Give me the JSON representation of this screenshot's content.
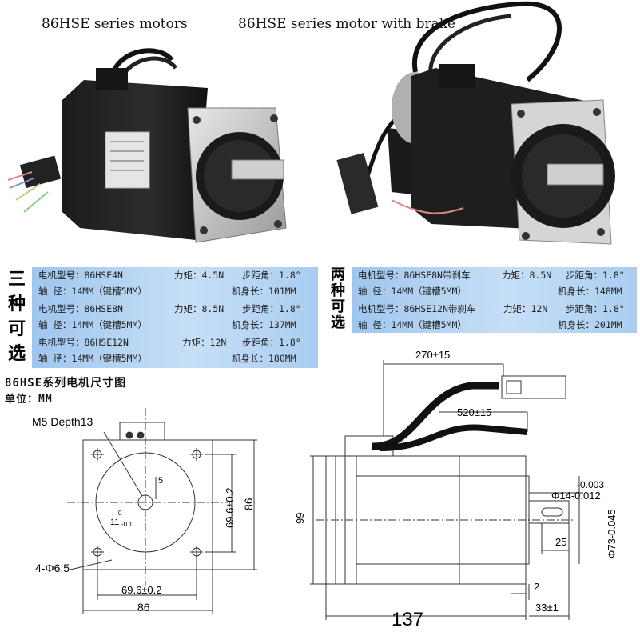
{
  "captions": {
    "left": "86HSE series motors",
    "right": "86HSE series motor with brake"
  },
  "left_group": {
    "label_chars": [
      "三",
      "种",
      "可",
      "选"
    ],
    "rows": [
      {
        "a": "电机型号：86HSE4N",
        "b": "力矩：4.5N",
        "c": "步距角：1.8°"
      },
      {
        "a": "轴    径：14MM（键槽5MM）",
        "b": "",
        "c": "机身长：101MM"
      },
      {
        "a": "电机型号：86HSE8N",
        "b": "力矩：8.5N",
        "c": "步距角：1.8°"
      },
      {
        "a": "轴    径：14MM（键槽5MM）",
        "b": "",
        "c": "机身长：137MM"
      },
      {
        "a": "电机型号：86HSE12N",
        "b": "力矩：12N",
        "c": "步距角：1.8°"
      },
      {
        "a": "轴    径：14MM（键槽5MM）",
        "b": "",
        "c": "机身长：180MM"
      }
    ]
  },
  "right_group": {
    "label_chars": [
      "两",
      "种",
      "可",
      "选"
    ],
    "rows": [
      {
        "a": "电机型号：86HSE8N带刹车",
        "b": "力矩：8.5N",
        "c": "步距角：1.8°"
      },
      {
        "a": "轴    径：14MM（键槽5MM）",
        "b": "",
        "c": "机身长：148MM"
      },
      {
        "a": "电机型号：86HSE12N带刹车",
        "b": "力矩：12N",
        "c": "步距角：1.8°"
      },
      {
        "a": "轴    径：14MM（键槽5MM）",
        "b": "",
        "c": "机身长：201MM"
      }
    ]
  },
  "drawing": {
    "title": "86HSE系列电机尺寸图",
    "unit": "单位：MM",
    "front": {
      "m5": "M5 Depth13",
      "dim5": "5",
      "dim11": "11",
      "dim11_tol": "-0.1",
      "dim11_zero": "0",
      "holes": "4-Φ6.5",
      "bolt_h": "69.6±0.2",
      "side_h": "86",
      "bolt_w": "69.6±0.2",
      "side_w": "86"
    },
    "side": {
      "cable1": "270±15",
      "cable2": "520±15",
      "height": "99",
      "shaft_tol_top": "-0.003",
      "shaft_d": "Φ14-0.012",
      "key": "25",
      "pilot_d": "Φ73-0.045",
      "pilot_depth": "2",
      "shaft_len": "33±1",
      "body_len": "137"
    }
  }
}
